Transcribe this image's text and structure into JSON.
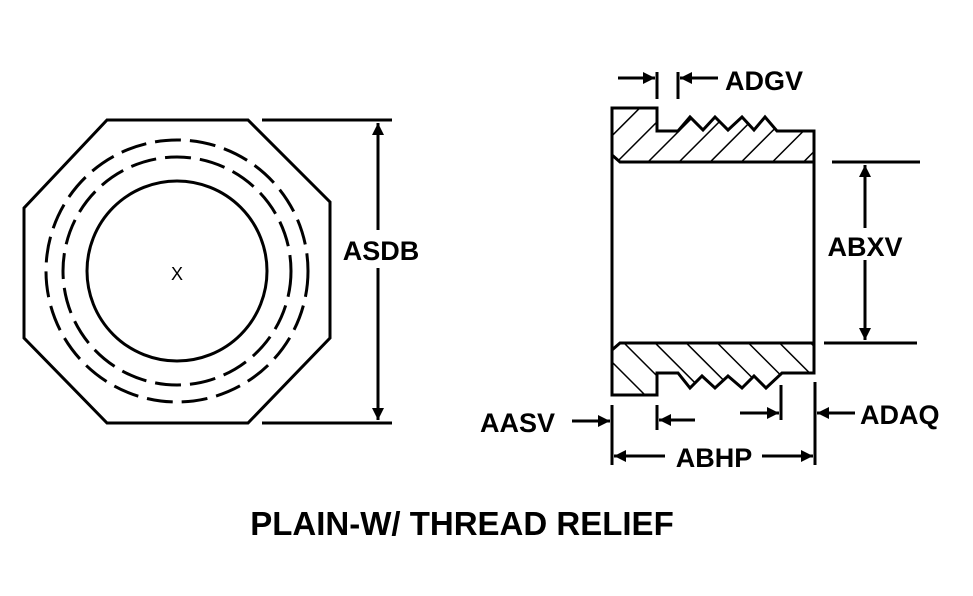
{
  "title": "PLAIN-W/ THREAD RELIEF",
  "center_mark": "X",
  "labels": {
    "asdb": "ASDB",
    "adgv": "ADGV",
    "abxv": "ABXV",
    "aasv": "AASV",
    "adaq": "ADAQ",
    "abhp": "ABHP"
  },
  "colors": {
    "line": "#000000",
    "background": "#ffffff"
  }
}
